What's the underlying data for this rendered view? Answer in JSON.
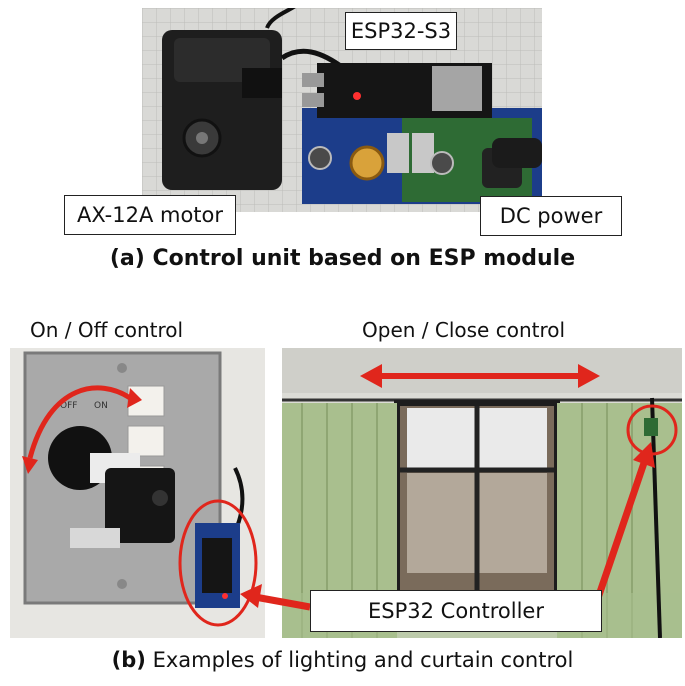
{
  "top_panel": {
    "labels": {
      "esp32_s3": "ESP32-S3",
      "motor": "AX-12A motor",
      "dc_power": "DC power"
    },
    "caption_prefix": "(a)",
    "caption_text": "Control unit based on ESP module"
  },
  "bottom_panel": {
    "on_off_label": "On / Off control",
    "open_close_label": "Open / Close control",
    "switch_off_text": "OFF",
    "switch_on_text": "ON",
    "controller_label": "ESP32 Controller",
    "caption_prefix": "(b)",
    "caption_text": "Examples of lighting and curtain control"
  },
  "colors": {
    "annotation_red": "#e0261c",
    "board_blue": "#1c3d8a",
    "curtain_green": "#a9bf8e",
    "switch_plate": "#a9a9a9"
  },
  "icons": [
    "bidirectional-arrow-icon",
    "curved-arrow-icon",
    "pointer-arrow-icon",
    "highlight-ellipse-icon"
  ]
}
